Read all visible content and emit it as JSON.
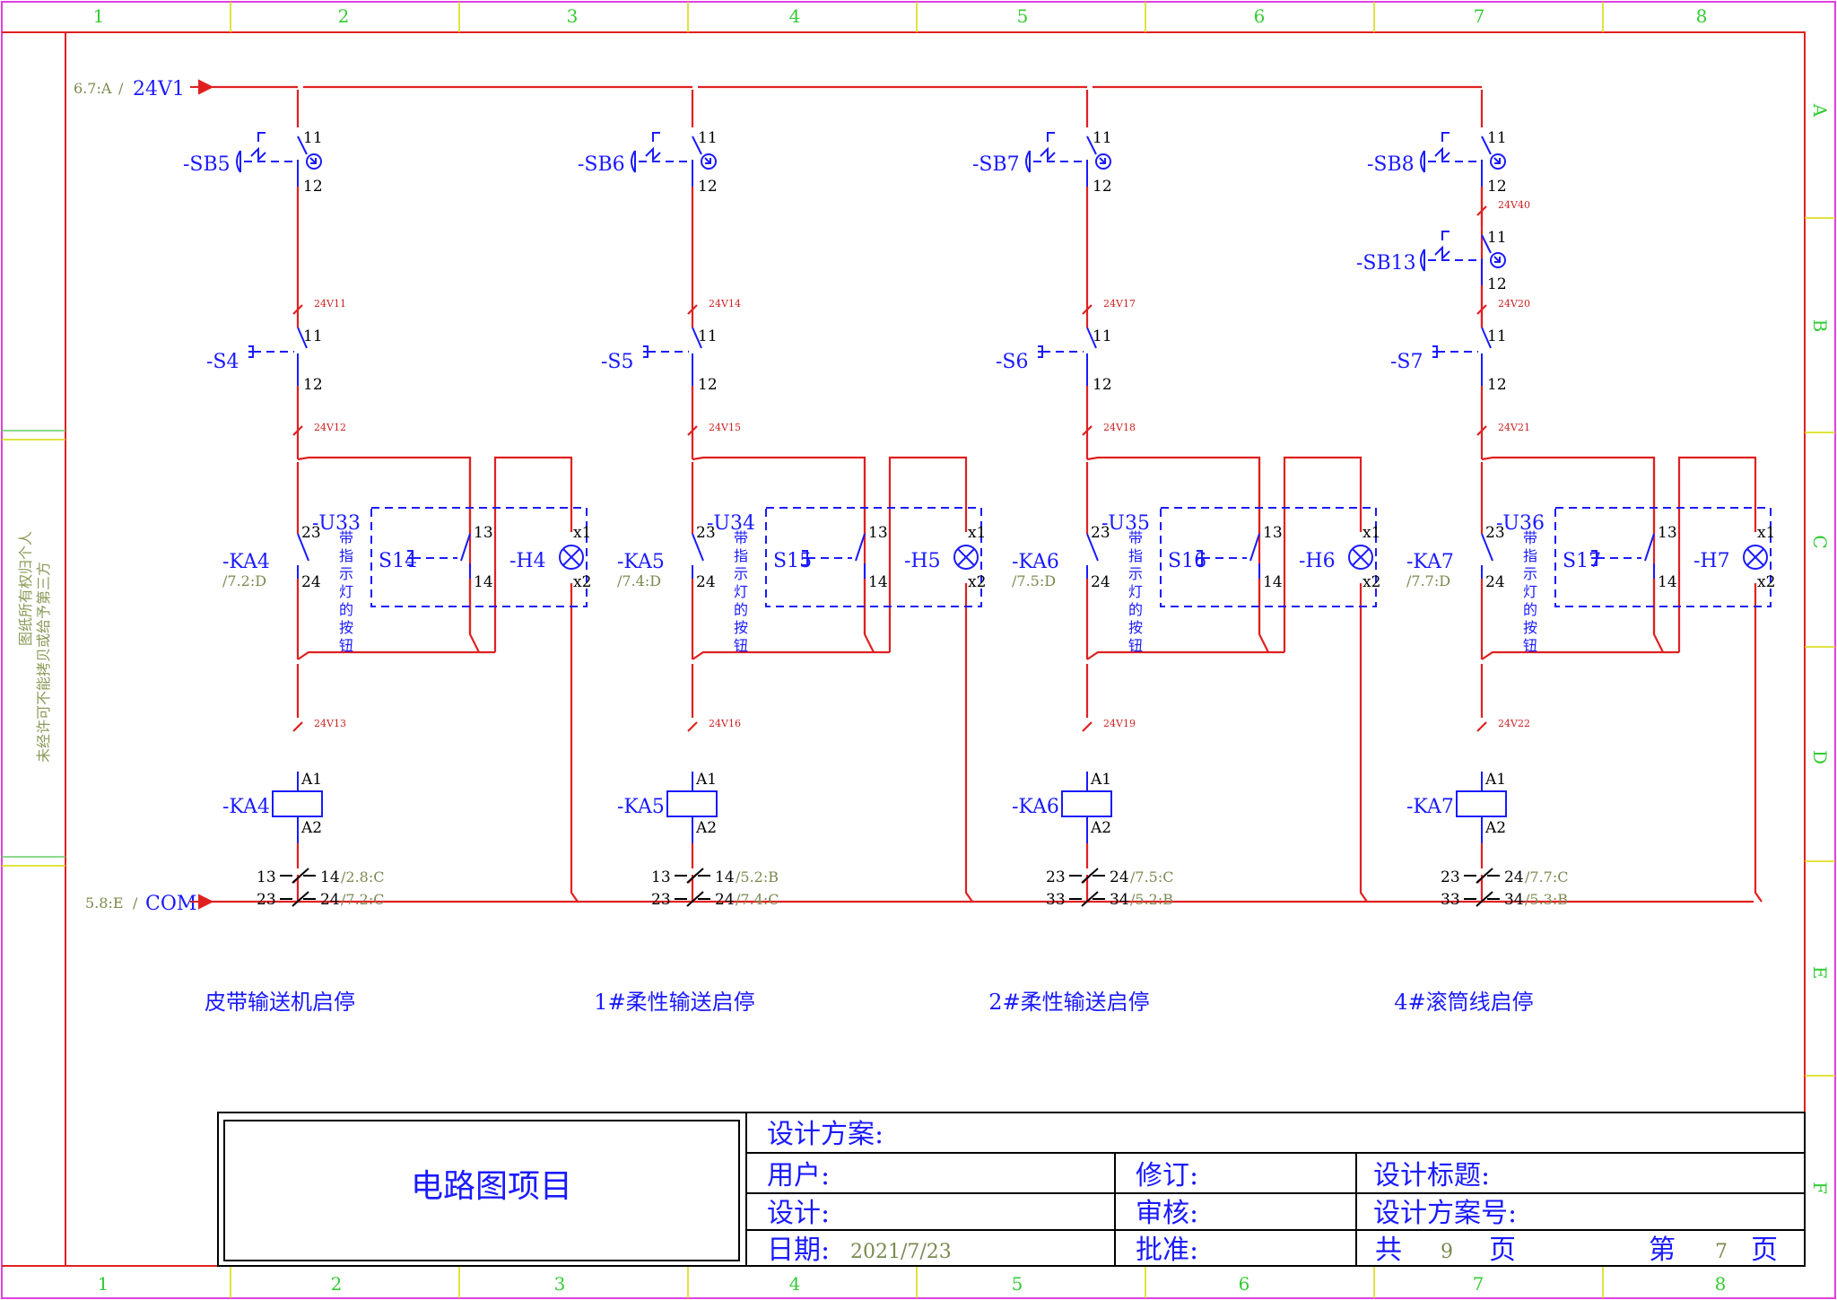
{
  "zones": {
    "columns": [
      "1",
      "2",
      "3",
      "4",
      "5",
      "6",
      "7",
      "8"
    ],
    "rows": [
      "A",
      "B",
      "C",
      "D",
      "E",
      "F"
    ]
  },
  "side_note": {
    "line1": "图纸所有权归个人",
    "line2": "未经许可不能拷贝或给予第三方"
  },
  "supply": {
    "top_ref": "6.7:A",
    "top_name": "24V1",
    "bottom_ref": "5.8:E",
    "bottom_name": "COM"
  },
  "device_note": "带指示灯的按钮",
  "circuits": [
    {
      "caption": "皮带输送机启停",
      "sb": "-SB5",
      "sb_top": "11",
      "sb_bot": "12",
      "wire1": "24V11",
      "sel": "-S4",
      "sel_top": "11",
      "sel_bot": "12",
      "wire2": "24V12",
      "ka": "-KA4",
      "ka_ref": "/7.2:D",
      "ka_t1": "23",
      "ka_t2": "24",
      "unit": "-U33",
      "pb": "S14",
      "pb_t1": "13",
      "pb_t2": "14",
      "lamp": "-H4",
      "lamp_t1": "x1",
      "lamp_t2": "x2",
      "wire3": "24V13",
      "coil": "-KA4",
      "coil_t1": "A1",
      "coil_t2": "A2",
      "c1_l": "13",
      "c1_r": "14",
      "c1_ref": "/2.8:C",
      "c2_l": "23",
      "c2_r": "24",
      "c2_ref": "/7.2:C"
    },
    {
      "caption": "1#柔性输送启停",
      "sb": "-SB6",
      "sb_top": "11",
      "sb_bot": "12",
      "wire1": "24V14",
      "sel": "-S5",
      "sel_top": "11",
      "sel_bot": "12",
      "wire2": "24V15",
      "ka": "-KA5",
      "ka_ref": "/7.4:D",
      "ka_t1": "23",
      "ka_t2": "24",
      "unit": "-U34",
      "pb": "S15",
      "pb_t1": "13",
      "pb_t2": "14",
      "lamp": "-H5",
      "lamp_t1": "x1",
      "lamp_t2": "x2",
      "wire3": "24V16",
      "coil": "-KA5",
      "coil_t1": "A1",
      "coil_t2": "A2",
      "c1_l": "13",
      "c1_r": "14",
      "c1_ref": "/5.2:B",
      "c2_l": "23",
      "c2_r": "24",
      "c2_ref": "/7.4:C"
    },
    {
      "caption": "2#柔性输送启停",
      "sb": "-SB7",
      "sb_top": "11",
      "sb_bot": "12",
      "wire1": "24V17",
      "sel": "-S6",
      "sel_top": "11",
      "sel_bot": "12",
      "wire2": "24V18",
      "ka": "-KA6",
      "ka_ref": "/7.5:D",
      "ka_t1": "23",
      "ka_t2": "24",
      "unit": "-U35",
      "pb": "S16",
      "pb_t1": "13",
      "pb_t2": "14",
      "lamp": "-H6",
      "lamp_t1": "x1",
      "lamp_t2": "x2",
      "wire3": "24V19",
      "coil": "-KA6",
      "coil_t1": "A1",
      "coil_t2": "A2",
      "c1_l": "23",
      "c1_r": "24",
      "c1_ref": "/7.5:C",
      "c2_l": "33",
      "c2_r": "34",
      "c2_ref": "/5.2:B"
    },
    {
      "caption": "4#滚筒线启停",
      "sb": "-SB8",
      "sb_top": "11",
      "sb_bot": "12",
      "wire1": "24V20",
      "sel": "-S7",
      "sel_top": "11",
      "sel_bot": "12",
      "wire2": "24V21",
      "ka": "-KA7",
      "ka_ref": "/7.7:D",
      "ka_t1": "23",
      "ka_t2": "24",
      "unit": "-U36",
      "pb": "S17",
      "pb_t1": "13",
      "pb_t2": "14",
      "lamp": "-H7",
      "lamp_t1": "x1",
      "lamp_t2": "x2",
      "wire3": "24V22",
      "coil": "-KA7",
      "coil_t1": "A1",
      "coil_t2": "A2",
      "c1_l": "23",
      "c1_r": "24",
      "c1_ref": "/7.7:C",
      "c2_l": "33",
      "c2_r": "34",
      "c2_ref": "/5.3:B"
    }
  ],
  "extra_stop": {
    "wire_a": "24V40",
    "sb": "-SB13",
    "sb_top": "11",
    "sb_bot": "12"
  },
  "title_block": {
    "project": "电路图项目",
    "scheme_label": "设计方案:",
    "user_label": "用户:",
    "revise_label": "修订:",
    "title_label": "设计标题:",
    "design_label": "设计:",
    "review_label": "审核:",
    "scheme_no_label": "设计方案号:",
    "date_label": "日期:",
    "date_value": "2021/7/23",
    "approve_label": "批准:",
    "total_prefix": "共",
    "total_value": "9",
    "total_suffix": "页",
    "page_prefix": "第",
    "page_value": "7",
    "page_suffix": "页"
  }
}
